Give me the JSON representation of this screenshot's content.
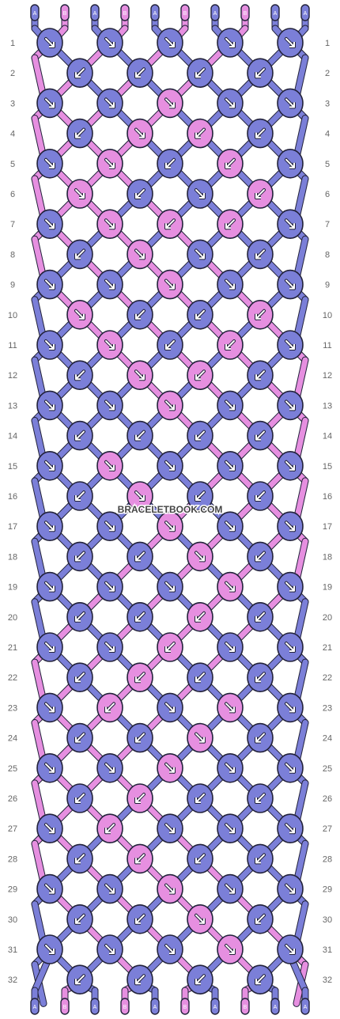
{
  "watermark": "BRACELETBOOK.COM",
  "colors": {
    "A": "#7b7fd8",
    "B": "#e68fe0",
    "outline": "#22223a",
    "row_number": "#666666",
    "arrow": "#ffffff"
  },
  "strings": [
    "A",
    "B",
    "A",
    "B",
    "A",
    "B",
    "A",
    "B",
    "A",
    "A"
  ],
  "rows": [
    {
      "number": "1",
      "knots": [
        {
          "color": "A",
          "dir": "f"
        },
        {
          "color": "A",
          "dir": "f"
        },
        {
          "color": "A",
          "dir": "f"
        },
        {
          "color": "A",
          "dir": "f"
        },
        {
          "color": "A",
          "dir": "f"
        }
      ]
    },
    {
      "number": "2",
      "knots": [
        {
          "color": "A",
          "dir": "b"
        },
        {
          "color": "A",
          "dir": "b"
        },
        {
          "color": "A",
          "dir": "b"
        },
        {
          "color": "A",
          "dir": "b"
        }
      ]
    },
    {
      "number": "3",
      "knots": [
        {
          "color": "A",
          "dir": "f"
        },
        {
          "color": "A",
          "dir": "f"
        },
        {
          "color": "B",
          "dir": "f"
        },
        {
          "color": "A",
          "dir": "f"
        },
        {
          "color": "A",
          "dir": "f"
        }
      ]
    },
    {
      "number": "4",
      "knots": [
        {
          "color": "A",
          "dir": "b"
        },
        {
          "color": "B",
          "dir": "f"
        },
        {
          "color": "B",
          "dir": "b"
        },
        {
          "color": "A",
          "dir": "b"
        }
      ]
    },
    {
      "number": "5",
      "knots": [
        {
          "color": "A",
          "dir": "f"
        },
        {
          "color": "B",
          "dir": "f"
        },
        {
          "color": "A",
          "dir": "b"
        },
        {
          "color": "B",
          "dir": "b"
        },
        {
          "color": "A",
          "dir": "f"
        }
      ]
    },
    {
      "number": "6",
      "knots": [
        {
          "color": "B",
          "dir": "f"
        },
        {
          "color": "A",
          "dir": "b"
        },
        {
          "color": "A",
          "dir": "f"
        },
        {
          "color": "B",
          "dir": "b"
        }
      ]
    },
    {
      "number": "7",
      "knots": [
        {
          "color": "A",
          "dir": "f"
        },
        {
          "color": "B",
          "dir": "f"
        },
        {
          "color": "B",
          "dir": "b"
        },
        {
          "color": "B",
          "dir": "b"
        },
        {
          "color": "A",
          "dir": "f"
        }
      ]
    },
    {
      "number": "8",
      "knots": [
        {
          "color": "A",
          "dir": "b"
        },
        {
          "color": "B",
          "dir": "f"
        },
        {
          "color": "A",
          "dir": "f"
        },
        {
          "color": "A",
          "dir": "b"
        }
      ]
    },
    {
      "number": "9",
      "knots": [
        {
          "color": "A",
          "dir": "f"
        },
        {
          "color": "A",
          "dir": "f"
        },
        {
          "color": "B",
          "dir": "f"
        },
        {
          "color": "A",
          "dir": "f"
        },
        {
          "color": "A",
          "dir": "f"
        }
      ]
    },
    {
      "number": "10",
      "knots": [
        {
          "color": "B",
          "dir": "f"
        },
        {
          "color": "A",
          "dir": "b"
        },
        {
          "color": "A",
          "dir": "b"
        },
        {
          "color": "B",
          "dir": "b"
        }
      ]
    },
    {
      "number": "11",
      "knots": [
        {
          "color": "A",
          "dir": "f"
        },
        {
          "color": "B",
          "dir": "f"
        },
        {
          "color": "A",
          "dir": "b"
        },
        {
          "color": "B",
          "dir": "b"
        },
        {
          "color": "A",
          "dir": "f"
        }
      ]
    },
    {
      "number": "12",
      "knots": [
        {
          "color": "A",
          "dir": "b"
        },
        {
          "color": "B",
          "dir": "f"
        },
        {
          "color": "B",
          "dir": "b"
        },
        {
          "color": "A",
          "dir": "b"
        }
      ]
    },
    {
      "number": "13",
      "knots": [
        {
          "color": "A",
          "dir": "f"
        },
        {
          "color": "A",
          "dir": "f"
        },
        {
          "color": "B",
          "dir": "f"
        },
        {
          "color": "A",
          "dir": "f"
        },
        {
          "color": "A",
          "dir": "f"
        }
      ]
    },
    {
      "number": "14",
      "knots": [
        {
          "color": "A",
          "dir": "b"
        },
        {
          "color": "A",
          "dir": "b"
        },
        {
          "color": "A",
          "dir": "b"
        },
        {
          "color": "A",
          "dir": "b"
        }
      ]
    },
    {
      "number": "15",
      "knots": [
        {
          "color": "A",
          "dir": "f"
        },
        {
          "color": "B",
          "dir": "f"
        },
        {
          "color": "A",
          "dir": "f"
        },
        {
          "color": "A",
          "dir": "f"
        },
        {
          "color": "A",
          "dir": "f"
        }
      ]
    },
    {
      "number": "16",
      "knots": [
        {
          "color": "A",
          "dir": "b"
        },
        {
          "color": "B",
          "dir": "f"
        },
        {
          "color": "A",
          "dir": "b"
        },
        {
          "color": "A",
          "dir": "b"
        }
      ]
    },
    {
      "number": "17",
      "knots": [
        {
          "color": "A",
          "dir": "f"
        },
        {
          "color": "A",
          "dir": "f"
        },
        {
          "color": "B",
          "dir": "f"
        },
        {
          "color": "A",
          "dir": "f"
        },
        {
          "color": "A",
          "dir": "f"
        }
      ]
    },
    {
      "number": "18",
      "knots": [
        {
          "color": "A",
          "dir": "b"
        },
        {
          "color": "A",
          "dir": "b"
        },
        {
          "color": "B",
          "dir": "f"
        },
        {
          "color": "A",
          "dir": "b"
        }
      ]
    },
    {
      "number": "19",
      "knots": [
        {
          "color": "A",
          "dir": "f"
        },
        {
          "color": "A",
          "dir": "f"
        },
        {
          "color": "A",
          "dir": "f"
        },
        {
          "color": "B",
          "dir": "f"
        },
        {
          "color": "A",
          "dir": "f"
        }
      ]
    },
    {
      "number": "20",
      "knots": [
        {
          "color": "A",
          "dir": "b"
        },
        {
          "color": "A",
          "dir": "b"
        },
        {
          "color": "B",
          "dir": "b"
        },
        {
          "color": "A",
          "dir": "b"
        }
      ]
    },
    {
      "number": "21",
      "knots": [
        {
          "color": "A",
          "dir": "f"
        },
        {
          "color": "A",
          "dir": "f"
        },
        {
          "color": "B",
          "dir": "b"
        },
        {
          "color": "A",
          "dir": "f"
        },
        {
          "color": "A",
          "dir": "f"
        }
      ]
    },
    {
      "number": "22",
      "knots": [
        {
          "color": "A",
          "dir": "b"
        },
        {
          "color": "B",
          "dir": "b"
        },
        {
          "color": "A",
          "dir": "b"
        },
        {
          "color": "A",
          "dir": "b"
        }
      ]
    },
    {
      "number": "23",
      "knots": [
        {
          "color": "A",
          "dir": "f"
        },
        {
          "color": "B",
          "dir": "b"
        },
        {
          "color": "A",
          "dir": "f"
        },
        {
          "color": "B",
          "dir": "f"
        },
        {
          "color": "A",
          "dir": "f"
        }
      ]
    },
    {
      "number": "24",
      "knots": [
        {
          "color": "A",
          "dir": "b"
        },
        {
          "color": "A",
          "dir": "b"
        },
        {
          "color": "B",
          "dir": "f"
        },
        {
          "color": "A",
          "dir": "b"
        }
      ]
    },
    {
      "number": "25",
      "knots": [
        {
          "color": "A",
          "dir": "f"
        },
        {
          "color": "A",
          "dir": "f"
        },
        {
          "color": "B",
          "dir": "f"
        },
        {
          "color": "A",
          "dir": "f"
        },
        {
          "color": "A",
          "dir": "f"
        }
      ]
    },
    {
      "number": "26",
      "knots": [
        {
          "color": "A",
          "dir": "b"
        },
        {
          "color": "B",
          "dir": "b"
        },
        {
          "color": "A",
          "dir": "b"
        },
        {
          "color": "A",
          "dir": "b"
        }
      ]
    },
    {
      "number": "27",
      "knots": [
        {
          "color": "A",
          "dir": "f"
        },
        {
          "color": "B",
          "dir": "b"
        },
        {
          "color": "A",
          "dir": "f"
        },
        {
          "color": "A",
          "dir": "f"
        },
        {
          "color": "A",
          "dir": "f"
        }
      ]
    },
    {
      "number": "28",
      "knots": [
        {
          "color": "A",
          "dir": "b"
        },
        {
          "color": "B",
          "dir": "b"
        },
        {
          "color": "A",
          "dir": "b"
        },
        {
          "color": "A",
          "dir": "b"
        }
      ]
    },
    {
      "number": "29",
      "knots": [
        {
          "color": "A",
          "dir": "f"
        },
        {
          "color": "A",
          "dir": "f"
        },
        {
          "color": "B",
          "dir": "f"
        },
        {
          "color": "A",
          "dir": "f"
        },
        {
          "color": "A",
          "dir": "f"
        }
      ]
    },
    {
      "number": "30",
      "knots": [
        {
          "color": "A",
          "dir": "b"
        },
        {
          "color": "A",
          "dir": "b"
        },
        {
          "color": "B",
          "dir": "f"
        },
        {
          "color": "A",
          "dir": "b"
        }
      ]
    },
    {
      "number": "31",
      "knots": [
        {
          "color": "A",
          "dir": "f"
        },
        {
          "color": "A",
          "dir": "f"
        },
        {
          "color": "A",
          "dir": "f"
        },
        {
          "color": "B",
          "dir": "f"
        },
        {
          "color": "A",
          "dir": "f"
        }
      ]
    },
    {
      "number": "32",
      "knots": [
        {
          "color": "A",
          "dir": "b"
        },
        {
          "color": "A",
          "dir": "b"
        },
        {
          "color": "A",
          "dir": "b"
        },
        {
          "color": "A",
          "dir": "b"
        }
      ]
    }
  ],
  "bottom_strings": [
    "A",
    "B",
    "A",
    "B",
    "A",
    "B",
    "A",
    "B",
    "A",
    "A"
  ]
}
